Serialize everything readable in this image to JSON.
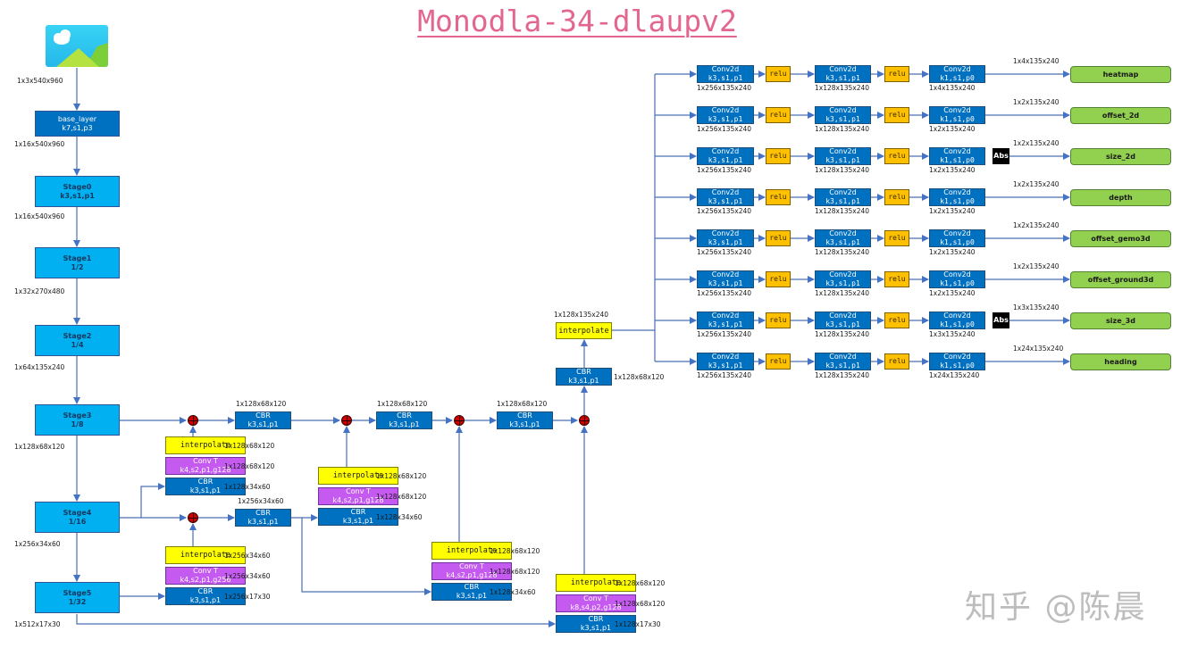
{
  "title": "Monodla-34-dlaupv2",
  "watermark": "知乎 @陈晨",
  "colors": {
    "title": "#e2668e",
    "stage_block": "#00b0f0",
    "conv_block": "#0070c0",
    "interpolate": "#ffff00",
    "conv_transpose": "#c55af0",
    "relu": "#ffc000",
    "abs": "#000000",
    "output": "#92d050",
    "add_node": "#d00000",
    "wire": "#4472c4"
  },
  "input": {
    "icon": "image-icon",
    "shape": "1x3x540x960"
  },
  "backbone": [
    {
      "name": "base_layer",
      "params": "k7,s1,p3",
      "shape": "1x16x540x960"
    },
    {
      "name": "Stage0",
      "params": "k3,s1,p1",
      "shape": "1x16x540x960"
    },
    {
      "name": "Stage1",
      "params": "1/2",
      "shape": "1x32x270x480"
    },
    {
      "name": "Stage2",
      "params": "1/4",
      "shape": "1x64x135x240"
    },
    {
      "name": "Stage3",
      "params": "1/8",
      "shape": "1x128x68x120"
    },
    {
      "name": "Stage4",
      "params": "1/16",
      "shape": "1x256x34x60"
    },
    {
      "name": "Stage5",
      "params": "1/32",
      "shape": "1x512x17x30"
    }
  ],
  "neck": {
    "up1": {
      "interp": {
        "name": "interpolate",
        "shape": "1x128x68x120"
      },
      "convt": {
        "name": "Conv T",
        "params": "k4,s2,p1,g128",
        "shape": "1x128x68x120"
      },
      "cbr": {
        "name": "CBR",
        "params": "k3,s1,p1",
        "shape": "1x128x34x60"
      }
    },
    "up2": {
      "interp": {
        "name": "interpolate",
        "shape": "1x256x34x60"
      },
      "convt": {
        "name": "Conv T",
        "params": "k4,s2,p1,g256",
        "shape": "1x256x34x60"
      },
      "cbr": {
        "name": "CBR",
        "params": "k3,s1,p1",
        "shape": "1x256x17x30"
      }
    },
    "cbr_a": {
      "name": "CBR",
      "params": "k3,s1,p1",
      "shape": "1x128x68x120"
    },
    "cbr_b": {
      "name": "CBR",
      "params": "k3,s1,p1",
      "shape": "1x256x34x60"
    },
    "up3": {
      "interp": {
        "name": "interpolate",
        "shape": "1x128x68x120"
      },
      "convt": {
        "name": "Conv T",
        "params": "k4,s2,p1,g128",
        "shape": "1x128x68x120"
      },
      "cbr": {
        "name": "CBR",
        "params": "k3,s1,p1",
        "shape": "1x128x34x60"
      }
    },
    "cbr_c": {
      "name": "CBR",
      "params": "k3,s1,p1",
      "shape": "1x128x68x120"
    },
    "up4": {
      "interp": {
        "name": "interpolate",
        "shape": "1x128x68x120"
      },
      "convt": {
        "name": "Conv T",
        "params": "k4,s2,p1,g128",
        "shape": "1x128x68x120"
      },
      "cbr": {
        "name": "CBR",
        "params": "k3,s1,p1",
        "shape": "1x128x34x60"
      }
    },
    "cbr_d": {
      "name": "CBR",
      "params": "k3,s1,p1",
      "shape": "1x128x68x120"
    },
    "up5": {
      "interp": {
        "name": "interpolate",
        "shape": "1x128x68x120"
      },
      "convt": {
        "name": "Conv T",
        "params": "k8,s4,p2,g128",
        "shape": "1x128x68x120"
      },
      "cbr": {
        "name": "CBR",
        "params": "k3,s1,p1",
        "shape": "1x128x17x30"
      }
    },
    "cbr_final": {
      "name": "CBR",
      "params": "k3,s1,p1",
      "shape": "1x128x68x120"
    },
    "interp_final": {
      "name": "interpolate",
      "shape": "1x128x135x240"
    }
  },
  "heads": [
    {
      "output": "heatmap",
      "c1_shape": "1x256x135x240",
      "c2_shape": "1x128x135x240",
      "c3_shape": "1x4x135x240",
      "out_shape": "1x4x135x240",
      "abs": false
    },
    {
      "output": "offset_2d",
      "c1_shape": "1x256x135x240",
      "c2_shape": "1x128x135x240",
      "c3_shape": "1x2x135x240",
      "out_shape": "1x2x135x240",
      "abs": false
    },
    {
      "output": "size_2d",
      "c1_shape": "1x256x135x240",
      "c2_shape": "1x128x135x240",
      "c3_shape": "1x2x135x240",
      "out_shape": "1x2x135x240",
      "abs": true
    },
    {
      "output": "depth",
      "c1_shape": "1x256x135x240",
      "c2_shape": "1x128x135x240",
      "c3_shape": "1x2x135x240",
      "out_shape": "1x2x135x240",
      "abs": false
    },
    {
      "output": "offset_gemo3d",
      "c1_shape": "1x256x135x240",
      "c2_shape": "1x128x135x240",
      "c3_shape": "1x2x135x240",
      "out_shape": "1x2x135x240",
      "abs": false
    },
    {
      "output": "offset_ground3d",
      "c1_shape": "1x256x135x240",
      "c2_shape": "1x128x135x240",
      "c3_shape": "1x2x135x240",
      "out_shape": "1x2x135x240",
      "abs": false
    },
    {
      "output": "size_3d",
      "c1_shape": "1x256x135x240",
      "c2_shape": "1x128x135x240",
      "c3_shape": "1x3x135x240",
      "out_shape": "1x3x135x240",
      "abs": true
    },
    {
      "output": "heading",
      "c1_shape": "1x256x135x240",
      "c2_shape": "1x128x135x240",
      "c3_shape": "1x24x135x240",
      "out_shape": "1x24x135x240",
      "abs": false
    }
  ],
  "head_ops": {
    "conv_name": "Conv2d",
    "c1_params": "k3,s1,p1",
    "c2_params": "k3,s1,p1",
    "c3_params": "k1,s1,p0",
    "relu": "relu",
    "abs": "Abs"
  }
}
